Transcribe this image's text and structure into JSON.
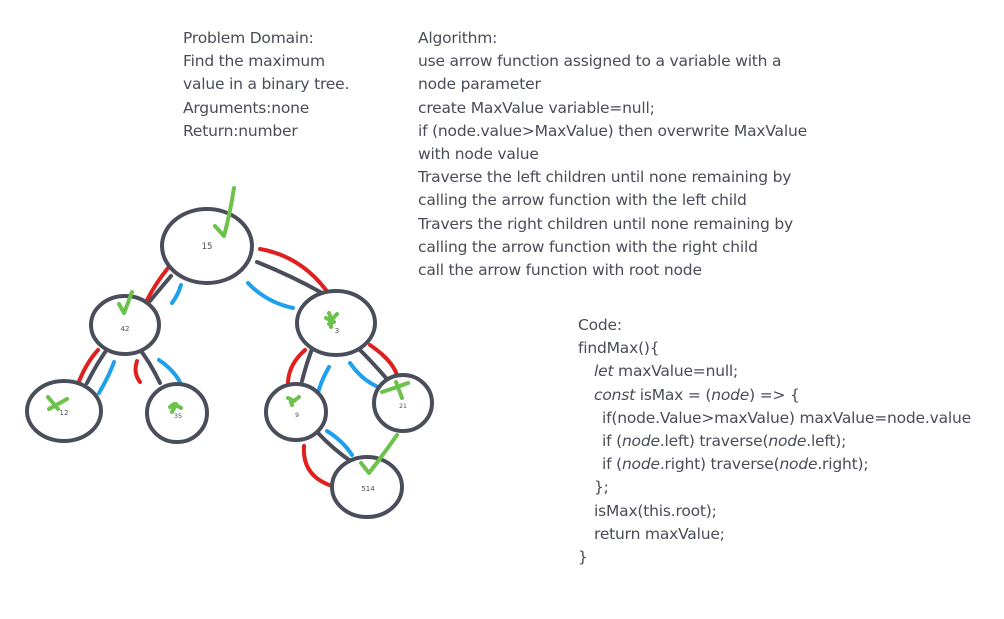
{
  "problem": {
    "lines": [
      "Problem Domain:",
      "Find the maximum",
      "value in a binary tree.",
      "Arguments:none",
      "Return:number"
    ]
  },
  "algorithm": {
    "lines": [
      "Algorithm:",
      "use arrow function assigned to a variable with a",
      "node parameter",
      "create MaxValue variable=null;",
      "if (node.value>MaxValue) then overwrite MaxValue",
      "with node value",
      "Traverse the left children until none remaining by",
      "calling the arrow function with the left child",
      "Travers the right children until none remaining by",
      "calling the arrow function with the right child",
      "call the arrow function with root node"
    ]
  },
  "code": {
    "title": "Code:",
    "line1": "findMax(){",
    "line2_kw": "let",
    "line2_rest": " maxValue=null;",
    "line3_kw": "const",
    "line3_mid": " isMax = (",
    "line3_param": "node",
    "line3_end": ") => {",
    "line4": "if(node.Value>maxValue) maxValue=node.value",
    "line5_a": "if (",
    "line5_b": "node",
    "line5_c": ".left) traverse(",
    "line5_d": "node",
    "line5_e": ".left);",
    "line6_a": "if (",
    "line6_b": "node",
    "line6_c": ".right) traverse(",
    "line6_d": "node",
    "line6_e": ".right);",
    "line7": "};",
    "line8": "isMax(this.root);",
    "line9": "return maxValue;",
    "line10": "}"
  },
  "tree": {
    "nodes": {
      "root": "15",
      "left": "42",
      "right": "3",
      "left_left": "12",
      "left_right": "35",
      "right_left": "9",
      "right_right": "21",
      "bottom": "514"
    },
    "colors": {
      "node_stroke": "#4a4d5a",
      "left_traverse": "#e0201f",
      "right_traverse": "#1ea0ec",
      "visited_check": "#6cc24a"
    }
  }
}
